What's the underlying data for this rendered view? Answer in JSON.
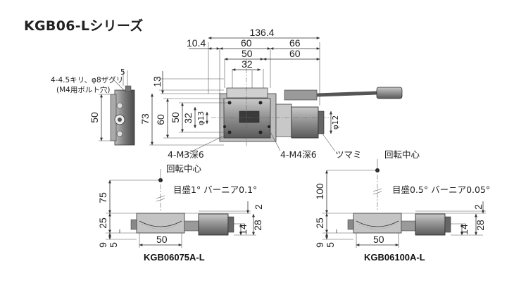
{
  "title": "KGB06-Lシリーズ",
  "top_view": {
    "dim_overall": "136.4",
    "dim_offset": "10.4",
    "dim_60_a": "60",
    "dim_66": "66",
    "dim_50_top": "50",
    "dim_60_b": "60",
    "dim_32_top": "32",
    "dim_13": "13",
    "dim_73": "73",
    "dim_60_left": "60",
    "dim_50_left": "50",
    "dim_32_left": "32",
    "dim_phi13": "φ13",
    "dim_phi12": "φ12",
    "label_m3": "4-M3深6",
    "label_m4": "4-M4深6",
    "label_knob": "ツマミ"
  },
  "side_view": {
    "note_line1": "4-4.5キリ、φ8ザグリ",
    "note_line2": "(M4用ボルト穴)",
    "dim_5": "5",
    "dim_50": "50"
  },
  "models": [
    {
      "name": "KGB06075A-L",
      "rotation_center": "回転中心",
      "scale_text": "目盛1°  バーニア0.1°",
      "dim_height": "75",
      "dim_2": "2",
      "dim_25": "25",
      "dim_9": "9",
      "dim_5": "5",
      "dim_14": "14",
      "dim_28": "28",
      "dim_50": "50"
    },
    {
      "name": "KGB06100A-L",
      "rotation_center": "回転中心",
      "scale_text": "目盛0.5°  バーニア0.05°",
      "dim_height": "100",
      "dim_2": "2",
      "dim_25": "25",
      "dim_9": "9",
      "dim_5": "5",
      "dim_14": "14",
      "dim_28": "28",
      "dim_50": "50"
    }
  ]
}
